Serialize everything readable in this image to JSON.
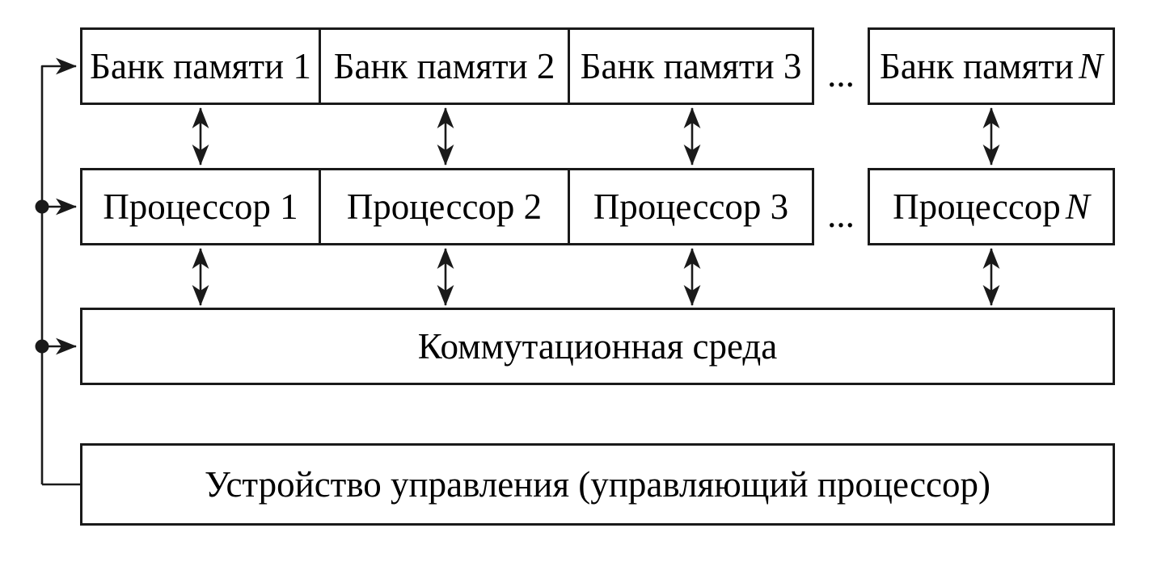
{
  "diagram": {
    "kind": "multiprocessor-architecture-block-diagram",
    "language": "ru",
    "memory_row": {
      "boxes": [
        {
          "label": "Банк памяти 1"
        },
        {
          "label": "Банк памяти 2"
        },
        {
          "label": "Банк памяти 3"
        }
      ],
      "ellipsis": "...",
      "last_box": {
        "prefix": "Банк памяти",
        "suffix": "N"
      }
    },
    "processor_row": {
      "boxes": [
        {
          "label": "Процессор 1"
        },
        {
          "label": "Процессор 2"
        },
        {
          "label": "Процессор 3"
        }
      ],
      "ellipsis": "...",
      "last_box": {
        "prefix": "Процессор",
        "suffix": "N"
      }
    },
    "switch_box": {
      "label": "Коммутационная среда"
    },
    "control_box": {
      "label": "Устройство управления (управляющий процессор)"
    },
    "colors": {
      "line": "#1a1a1a",
      "background": "#ffffff",
      "text": "#000000"
    }
  }
}
